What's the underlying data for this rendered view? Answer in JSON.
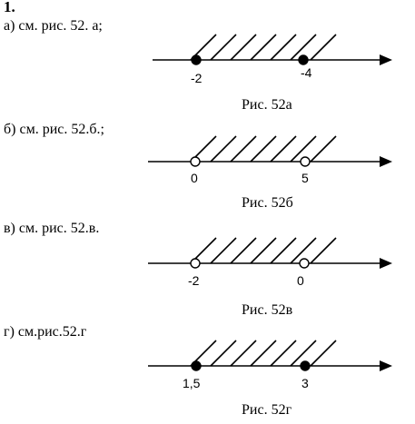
{
  "problem": {
    "number": "1."
  },
  "items": [
    {
      "text": "а) см. рис. 52. а;",
      "caption": "Рис. 52а",
      "left_label": "-2",
      "right_left": "-4"
    },
    {
      "text": "б) см. рис. 52.б.;",
      "caption": "Рис. 52б",
      "left_label": "0",
      "right_left": "5"
    },
    {
      "text": "в) см. рис. 52.в.",
      "caption": "Рис. 52в",
      "left_label": "-2",
      "right_left": "0"
    },
    {
      "text": "г) см.рис.52.г",
      "caption": "Рис. 52г",
      "left_label": "1,5",
      "right_left": "3"
    }
  ]
}
